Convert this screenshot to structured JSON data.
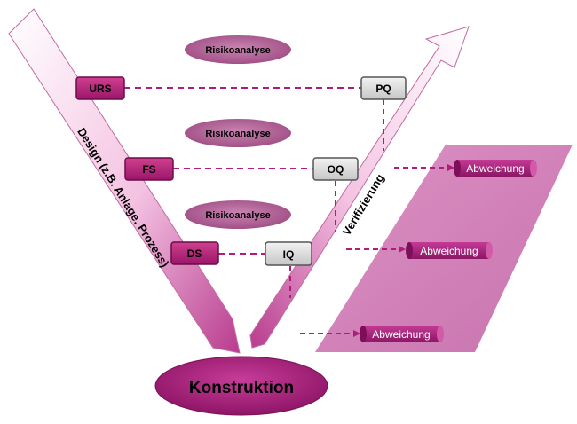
{
  "risk_labels": [
    "Risikoanalyse",
    "Risikoanalyse",
    "Risikoanalyse"
  ],
  "spec_boxes": [
    "URS",
    "FS",
    "DS"
  ],
  "qualification_boxes": [
    "PQ",
    "OQ",
    "IQ"
  ],
  "design_arrow_label": "Design (z.B. Anlage, Prozess)",
  "verification_arrow_label": "Verifizierung",
  "base_label": "Konstruktion",
  "deviation_labels": [
    "Abweichung",
    "Abweichung",
    "Abweichung"
  ],
  "colors": {
    "magenta": "#b01c7e",
    "magenta_dark": "#7d0f57",
    "pink_light": "#f3c6e3",
    "panel": "#d48abd",
    "gray_box": "#d4d4d4"
  }
}
